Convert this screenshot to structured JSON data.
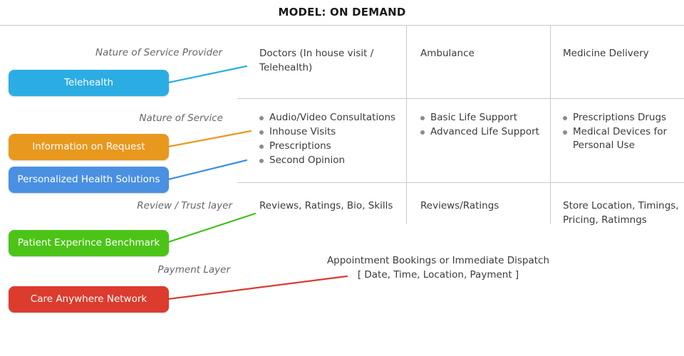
{
  "title": "MODEL: ON DEMAND",
  "colors": {
    "telehealth": "#2BADE3",
    "information_on_request": "#E8981D",
    "personalized_health_solutions": "#4A90E2",
    "patient_experince_benchmark": "#4CC417",
    "care_anywhere_network": "#DC3B2E",
    "rule": "#c9c9c9",
    "bullet": "#8c8c8c",
    "label": "#666666",
    "text": "#3b3b3b"
  },
  "pills": [
    {
      "id": "telehealth",
      "label": "Telehealth",
      "color": "#2BADE3"
    },
    {
      "id": "information-on-request",
      "label": "Information on Request",
      "color": "#E8981D"
    },
    {
      "id": "personalized-health-solutions",
      "label": "Personalized Health Solutions",
      "color": "#4A90E2"
    },
    {
      "id": "patient-experince-benchmark",
      "label": "Patient Experince Benchmark",
      "color": "#4CC417"
    },
    {
      "id": "care-anywhere-network",
      "label": "Care Anywhere Network",
      "color": "#DC3B2E"
    }
  ],
  "stage_labels": [
    {
      "id": "nature-of-service-provider",
      "label": "Nature of Service Provider"
    },
    {
      "id": "nature-of-service",
      "label": "Nature of Service"
    },
    {
      "id": "review-trust-layer",
      "label": "Review / Trust layer"
    },
    {
      "id": "payment-layer",
      "label": "Payment Layer"
    }
  ],
  "matrix": {
    "columns": [
      "Doctors",
      "Ambulance",
      "Medicine Delivery"
    ],
    "rows": [
      {
        "id": "service-provider",
        "cells": [
          {
            "type": "text",
            "text": "Doctors (In house visit / Telehealth)"
          },
          {
            "type": "text",
            "text": "Ambulance"
          },
          {
            "type": "text",
            "text": "Medicine Delivery"
          }
        ]
      },
      {
        "id": "nature-of-service",
        "cells": [
          {
            "type": "bullets",
            "items": [
              "Audio/Video Consultations",
              "Inhouse Visits",
              "Prescriptions",
              "Second Opinion"
            ]
          },
          {
            "type": "bullets",
            "items": [
              "Basic Life Support",
              "Advanced Life Support"
            ]
          },
          {
            "type": "bullets",
            "items": [
              "Prescriptions Drugs",
              "Medical Devices for Personal Use"
            ]
          }
        ]
      },
      {
        "id": "review-trust",
        "cells": [
          {
            "type": "text",
            "text": "Reviews, Ratings, Bio, Skills"
          },
          {
            "type": "text",
            "text": "Reviews/Ratings"
          },
          {
            "type": "text",
            "text": "Store Location, Timings, Pricing, Ratimngs"
          }
        ]
      }
    ]
  },
  "footer_note": {
    "line1": "Appointment Bookings or Immediate Dispatch",
    "line2": "[ Date, Time, Location, Payment ]"
  }
}
